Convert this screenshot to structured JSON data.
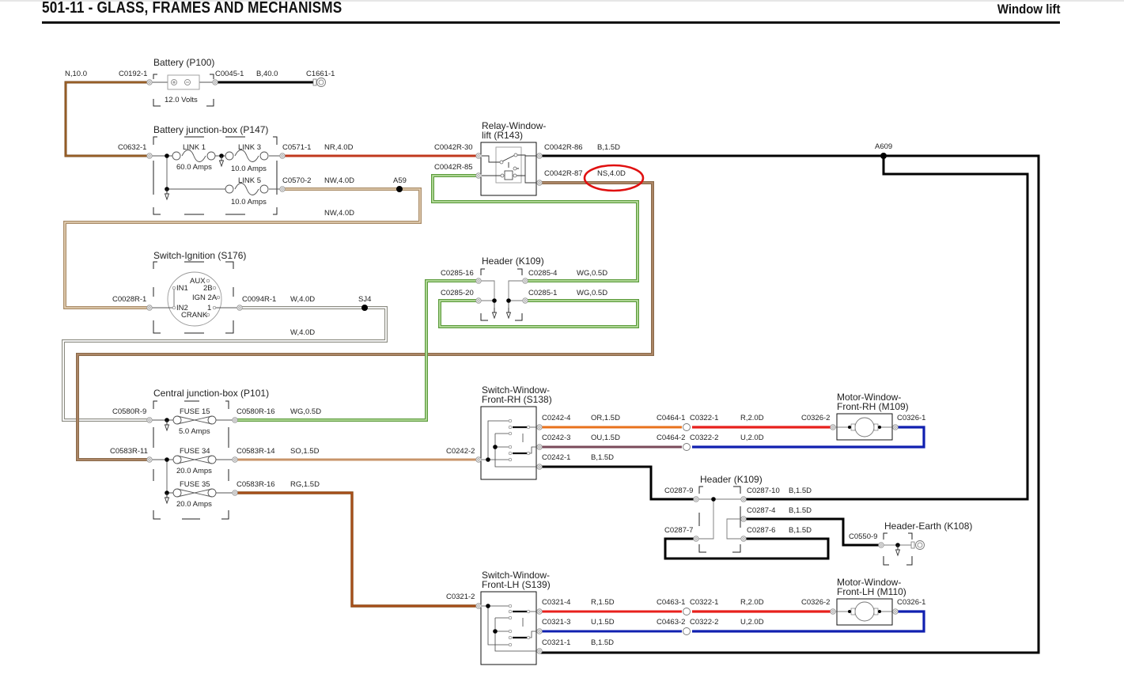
{
  "header": {
    "title": "501-11 - GLASS, FRAMES AND MECHANISMS",
    "section": "Window lift"
  },
  "wire_colors": {
    "N": "#8b5a2b",
    "NR": "#c0391e",
    "NW": "#c8aa88",
    "NS": "#9c7a58",
    "W": "#ffffff",
    "WG": "#7fbf60",
    "B": "#000000",
    "SO": "#c89a6a",
    "RG": "#a0522d",
    "OR": "#e8721c",
    "OU": "#7a4a5a",
    "R": "#e8201c",
    "U": "#1020b0",
    "highlight": "#e01010"
  },
  "components": {
    "battery": {
      "title": "Battery (P100)",
      "rating": "12.0 Volts",
      "pin_left": "C0192-1",
      "pin_right": "C0045-1"
    },
    "battery_junction_box": {
      "title": "Battery junction-box (P147)",
      "pin_in": "C0632-1",
      "links": [
        {
          "name": "LINK 1",
          "rating": "60.0 Amps"
        },
        {
          "name": "LINK 3",
          "rating": "10.0 Amps"
        },
        {
          "name": "LINK 5",
          "rating": "10.0 Amps"
        }
      ],
      "pin_out1": "C0571-1",
      "pin_out2": "C0570-2"
    },
    "relay": {
      "title_line1": "Relay-Window-",
      "title_line2": "lift (R143)",
      "pin30": "C0042R-30",
      "pin85": "C0042R-85",
      "pin86": "C0042R-86",
      "pin87": "C0042R-87"
    },
    "ignition_switch": {
      "title": "Switch-Ignition (S176)",
      "pin_in": "C0028R-1",
      "pin_out": "C0094R-1",
      "terminals": {
        "aux": "AUX",
        "in1": "IN1",
        "t2b": "2B",
        "ign2a": "IGN 2A",
        "in2": "IN2",
        "t1": "1",
        "crank": "CRANK"
      }
    },
    "header_k109_top": {
      "title": "Header (K109)",
      "pin16": "C0285-16",
      "pin20": "C0285-20",
      "pin4": "C0285-4",
      "pin1": "C0285-1"
    },
    "central_junction_box": {
      "title": "Central junction-box (P101)",
      "fuses": [
        {
          "name": "FUSE 15",
          "rating": "5.0 Amps",
          "pin_in": "C0580R-9",
          "pin_out": "C0580R-16"
        },
        {
          "name": "FUSE 34",
          "rating": "20.0 Amps",
          "pin_in": "C0583R-11",
          "pin_out": "C0583R-14"
        },
        {
          "name": "FUSE 35",
          "rating": "20.0 Amps",
          "pin_out": "C0583R-16"
        }
      ]
    },
    "switch_rh": {
      "title_line1": "Switch-Window-",
      "title_line2": "Front-RH (S138)",
      "pin_in": "C0242-2",
      "pin4": "C0242-4",
      "pin3": "C0242-3",
      "pin1": "C0242-1"
    },
    "switch_lh": {
      "title_line1": "Switch-Window-",
      "title_line2": "Front-LH (S139)",
      "pin_in": "C0321-2",
      "pin4": "C0321-4",
      "pin3": "C0321-3",
      "pin1": "C0321-1"
    },
    "motor_rh": {
      "title_line1": "Motor-Window-",
      "title_line2": "Front-RH (M109)",
      "pin2": "C0326-2",
      "pin1": "C0326-1"
    },
    "motor_lh": {
      "title_line1": "Motor-Window-",
      "title_line2": "Front-LH (M110)",
      "pin2": "C0326-2",
      "pin1": "C0326-1"
    },
    "header_k109_bottom": {
      "title": "Header (K109)",
      "pin9": "C0287-9",
      "pin7": "C0287-7",
      "pin10": "C0287-10",
      "pin4": "C0287-4",
      "pin6": "C0287-6"
    },
    "header_earth": {
      "title": "Header-Earth (K108)",
      "pin": "C0550-9"
    }
  },
  "inline_connectors": {
    "rh_c0464_1": "C0464-1",
    "rh_c0322_1": "C0322-1",
    "rh_c0464_2": "C0464-2",
    "rh_c0322_2": "C0322-2",
    "lh_c0463_1": "C0463-1",
    "lh_c0322_1": "C0322-1",
    "lh_c0463_2": "C0463-2",
    "lh_c0322_2": "C0322-2",
    "c1661": "C1661-1"
  },
  "splices": {
    "a59": "A59",
    "a609": "A609",
    "sj4": "SJ4"
  },
  "wire_labels": {
    "n_10": "N,10.0",
    "b_40": "B,40.0",
    "nr_4": "NR,4.0D",
    "nw_4_a": "NW,4.0D",
    "nw_4_b": "NW,4.0D",
    "b_15_relay": "B,1.5D",
    "ns_4": "NS,4.0D",
    "wg_05_a": "WG,0.5D",
    "wg_05_b": "WG,0.5D",
    "w_4_a": "W,4.0D",
    "w_4_b": "W,4.0D",
    "wg_05_fuse": "WG,0.5D",
    "so_15": "SO,1.5D",
    "rg_15": "RG,1.5D",
    "or_15": "OR,1.5D",
    "ou_15": "OU,1.5D",
    "b_15_rh": "B,1.5D",
    "r_20_rh": "R,2.0D",
    "u_20_rh": "U,2.0D",
    "b_15_h10": "B,1.5D",
    "b_15_h4": "B,1.5D",
    "b_15_h6": "B,1.5D",
    "r_15_lh": "R,1.5D",
    "u_15_lh": "U,1.5D",
    "b_15_lh": "B,1.5D",
    "r_20_lh": "R,2.0D",
    "u_20_lh": "U,2.0D"
  },
  "annotation": {
    "highlighted_label": "NS,4.0D"
  }
}
